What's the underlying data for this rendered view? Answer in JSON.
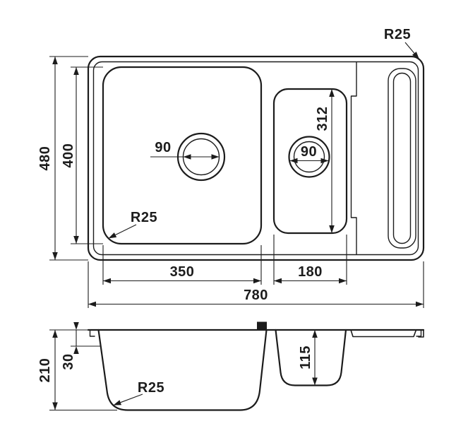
{
  "drawing": {
    "top_view": {
      "overall_width": "780",
      "overall_height": "480",
      "outer_corner_radius": "R25",
      "main_bowl": {
        "width": "350",
        "height": "400",
        "drain_diameter": "90",
        "corner_radius": "R25"
      },
      "half_bowl": {
        "width": "180",
        "height": "312",
        "drain_diameter": "90"
      }
    },
    "side_view": {
      "overall_depth": "210",
      "rim_height": "30",
      "half_bowl_depth": "115",
      "bottom_corner_radius": "R25"
    },
    "colors": {
      "line_color": "#1c1c1c",
      "background": "#ffffff"
    }
  }
}
